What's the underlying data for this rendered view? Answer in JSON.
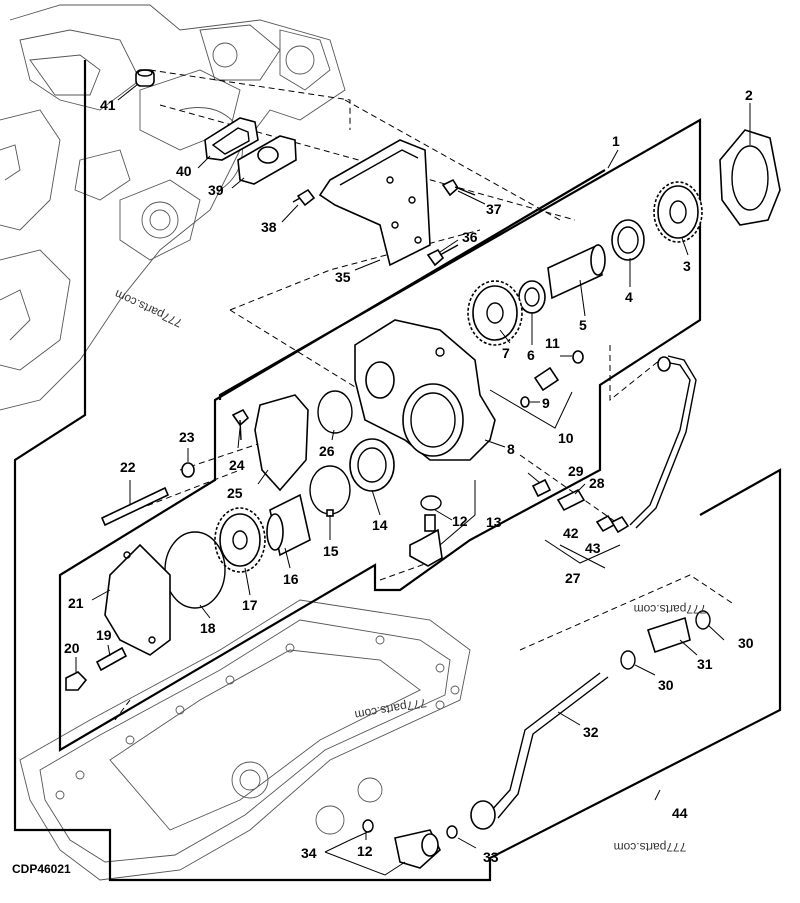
{
  "drawing_code": "CDP46021",
  "watermarks": [
    "777parts.com",
    "777parts.com",
    "777parts.com",
    "777parts.com"
  ],
  "callouts": [
    {
      "id": "c1",
      "text": "1"
    },
    {
      "id": "c2",
      "text": "2"
    },
    {
      "id": "c3",
      "text": "3"
    },
    {
      "id": "c4",
      "text": "4"
    },
    {
      "id": "c5",
      "text": "5"
    },
    {
      "id": "c6",
      "text": "6"
    },
    {
      "id": "c7",
      "text": "7"
    },
    {
      "id": "c8",
      "text": "8"
    },
    {
      "id": "c9",
      "text": "9"
    },
    {
      "id": "c10",
      "text": "10"
    },
    {
      "id": "c11",
      "text": "11"
    },
    {
      "id": "c12a",
      "text": "12"
    },
    {
      "id": "c12b",
      "text": "12"
    },
    {
      "id": "c13",
      "text": "13"
    },
    {
      "id": "c14",
      "text": "14"
    },
    {
      "id": "c15",
      "text": "15"
    },
    {
      "id": "c16",
      "text": "16"
    },
    {
      "id": "c17",
      "text": "17"
    },
    {
      "id": "c18",
      "text": "18"
    },
    {
      "id": "c19",
      "text": "19"
    },
    {
      "id": "c20",
      "text": "20"
    },
    {
      "id": "c21",
      "text": "21"
    },
    {
      "id": "c22",
      "text": "22"
    },
    {
      "id": "c23",
      "text": "23"
    },
    {
      "id": "c24",
      "text": "24"
    },
    {
      "id": "c25",
      "text": "25"
    },
    {
      "id": "c26",
      "text": "26"
    },
    {
      "id": "c27",
      "text": "27"
    },
    {
      "id": "c28",
      "text": "28"
    },
    {
      "id": "c29",
      "text": "29"
    },
    {
      "id": "c30a",
      "text": "30"
    },
    {
      "id": "c30b",
      "text": "30"
    },
    {
      "id": "c31",
      "text": "31"
    },
    {
      "id": "c32",
      "text": "32"
    },
    {
      "id": "c33",
      "text": "33"
    },
    {
      "id": "c34",
      "text": "34"
    },
    {
      "id": "c35",
      "text": "35"
    },
    {
      "id": "c36",
      "text": "36"
    },
    {
      "id": "c37",
      "text": "37"
    },
    {
      "id": "c38",
      "text": "38"
    },
    {
      "id": "c39",
      "text": "39"
    },
    {
      "id": "c40",
      "text": "40"
    },
    {
      "id": "c41",
      "text": "41"
    },
    {
      "id": "c42",
      "text": "42"
    },
    {
      "id": "c43",
      "text": "43"
    },
    {
      "id": "c44",
      "text": "44"
    }
  ]
}
